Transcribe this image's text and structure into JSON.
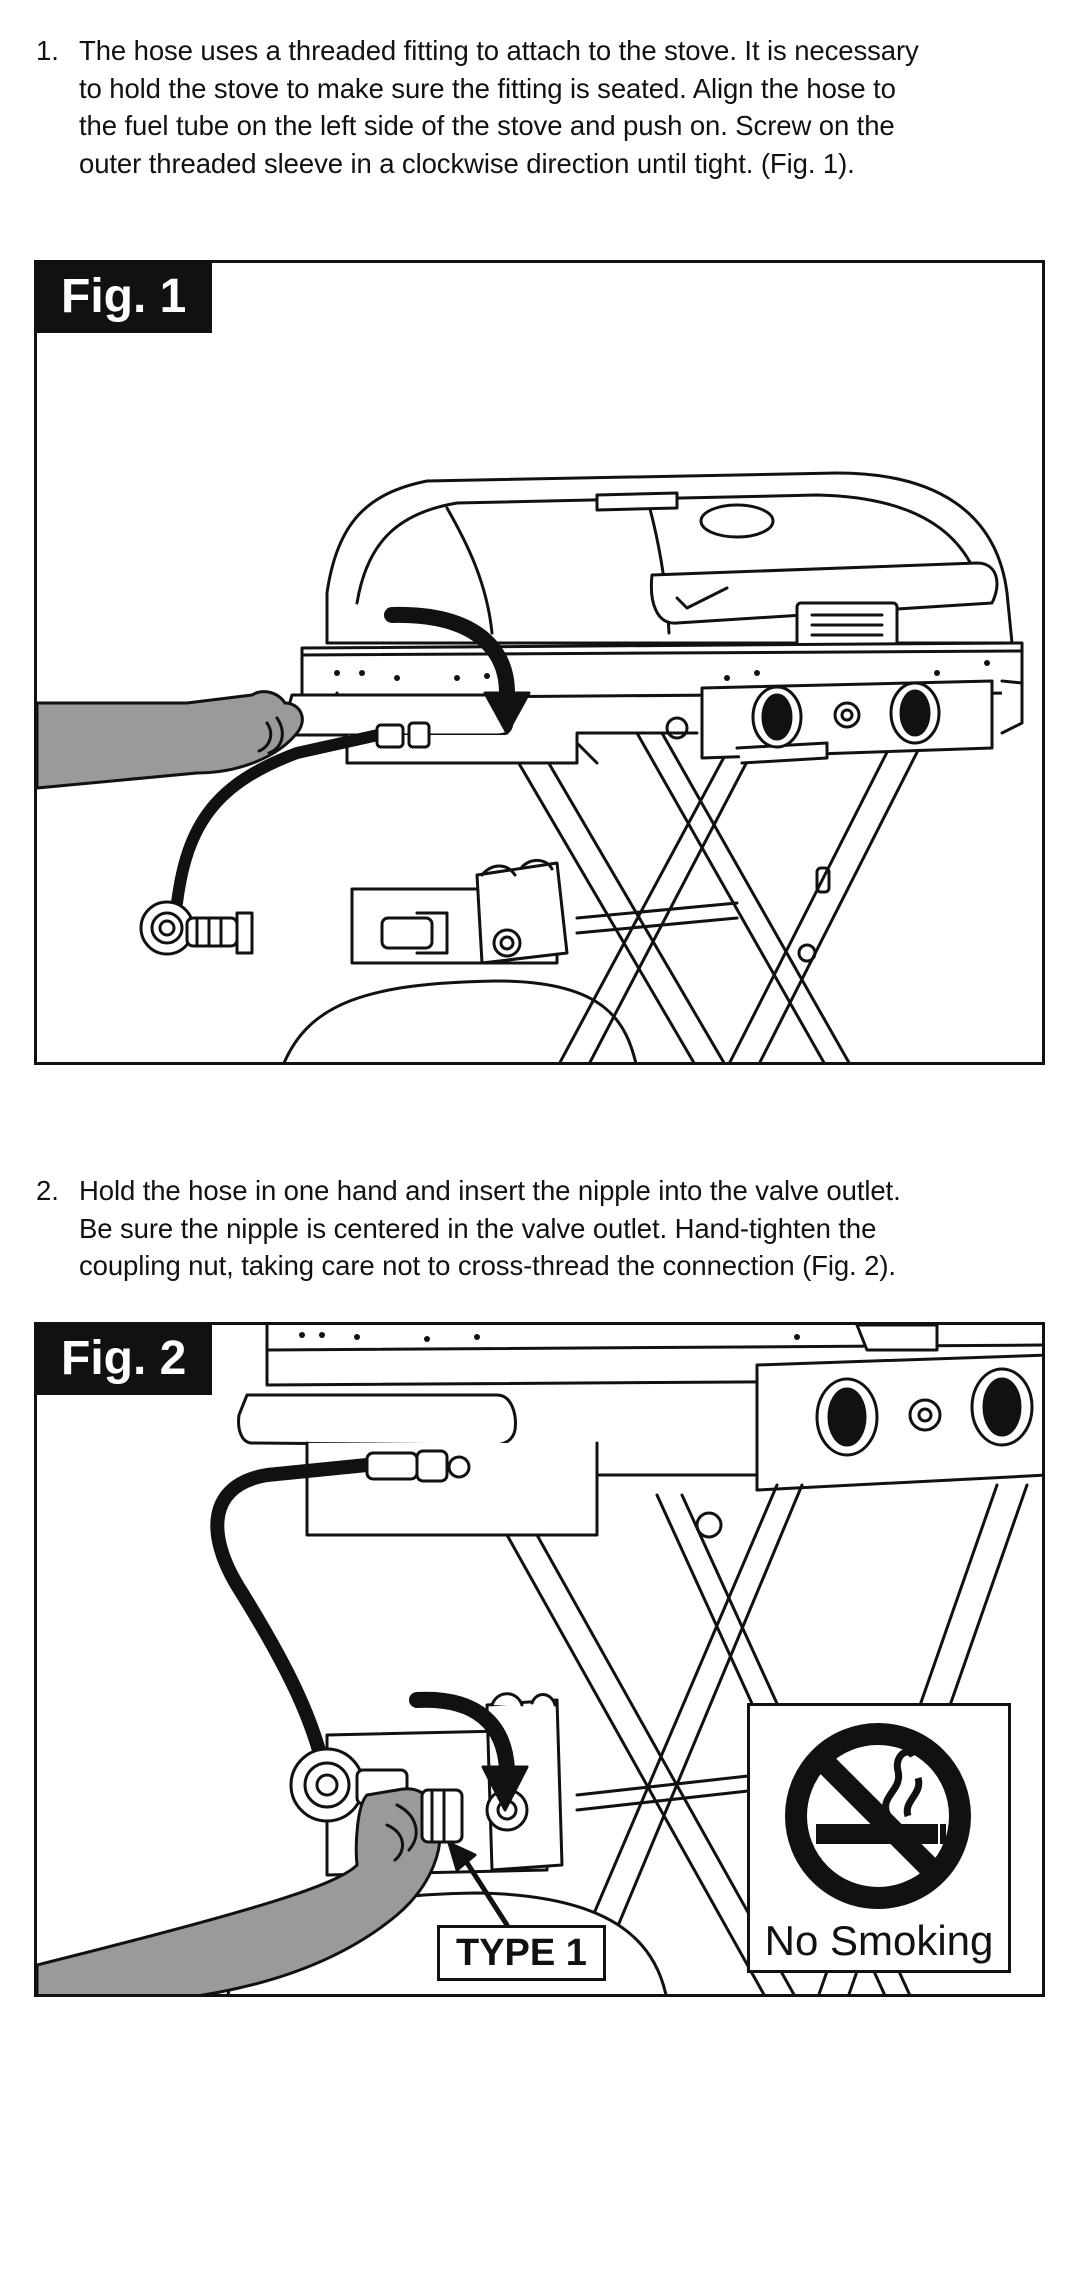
{
  "steps": [
    {
      "number": "1.",
      "lines": [
        "The hose uses a threaded fitting to attach to the stove. It is necessary",
        "to hold the stove to make sure the fitting is seated. Align the hose to",
        "the fuel tube on the left side of the stove and push on. Screw on the",
        "outer threaded sleeve in a clockwise direction until tight. (Fig. 1)."
      ]
    },
    {
      "number": "2.",
      "lines": [
        "Hold the hose in one hand and insert the nipple into the valve outlet.",
        "Be sure the nipple is centered in the valve outlet.  Hand-tighten the",
        "coupling nut, taking care not to cross-thread the connection (Fig. 2)."
      ]
    }
  ],
  "figures": [
    {
      "label": "Fig. 1"
    },
    {
      "label": "Fig. 2",
      "callout": "TYPE 1",
      "sign": {
        "text": "No Smoking",
        "icon": "no-smoking-icon"
      }
    }
  ]
}
